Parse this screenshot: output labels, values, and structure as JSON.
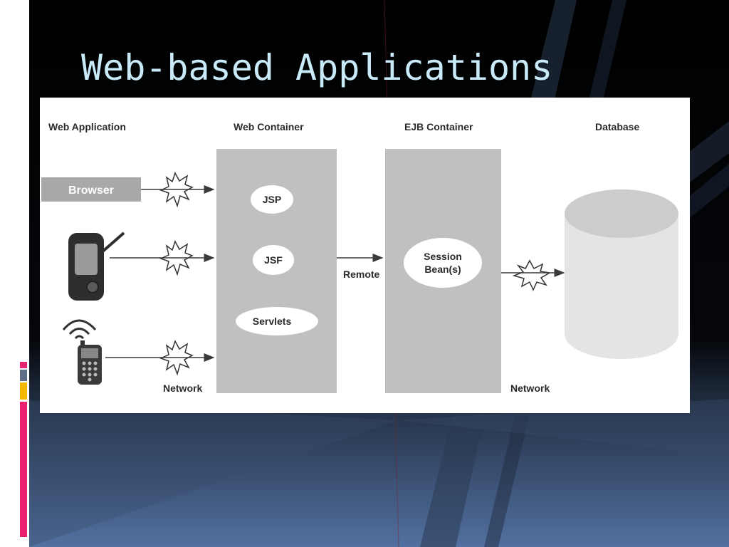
{
  "slide": {
    "title": "Web-based Applications"
  },
  "diagram": {
    "columns": {
      "web_application": "Web Application",
      "web_container": "Web Container",
      "ejb_container": "EJB Container",
      "database": "Database"
    },
    "clients": {
      "browser": "Browser",
      "pda_icon": "pda-icon",
      "cellphone_icon": "cellphone-icon"
    },
    "web_components": [
      "JSP",
      "JSF",
      "Servlets"
    ],
    "ejb_components": [
      "Session",
      "Bean(s)"
    ],
    "connectors": {
      "client_network": "Network",
      "remote": "Remote",
      "db_network": "Network"
    }
  },
  "colors": {
    "title": "#c9eaf8",
    "container_fill": "#c0c0c2",
    "database_fill": "#e4e4e4",
    "database_top": "#cccccc",
    "browser_box": "#a8a8a8",
    "accent_pink": "#e8226e",
    "accent_orange": "#f5b800",
    "accent_slate": "#5d6f86"
  }
}
